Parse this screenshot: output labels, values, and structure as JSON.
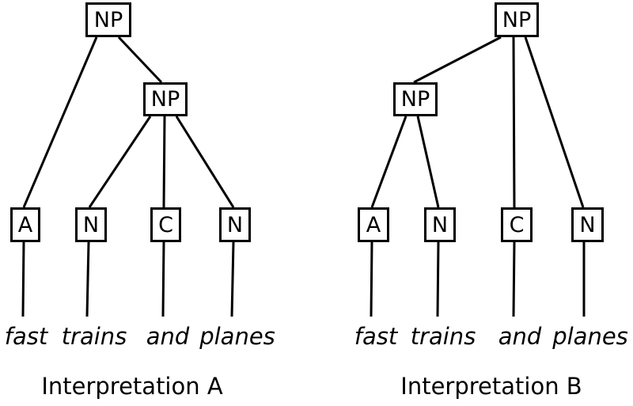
{
  "trees": [
    {
      "caption": "Interpretation A",
      "root": "NP",
      "inner": "NP",
      "leaves": [
        "A",
        "N",
        "C",
        "N"
      ],
      "words": [
        "fast",
        "trains",
        "and",
        "planes"
      ],
      "bracketing": "[NP [A fast] [NP [N trains] [C and] [N planes]]]"
    },
    {
      "caption": "Interpretation B",
      "root": "NP",
      "inner": "NP",
      "leaves": [
        "A",
        "N",
        "C",
        "N"
      ],
      "words": [
        "fast",
        "trains",
        "and",
        "planes"
      ],
      "bracketing": "[NP [NP [A fast] [N trains]] [C and] [N planes]]"
    }
  ],
  "colors": {
    "line": "#000000",
    "background": "#ffffff",
    "text": "#000000"
  }
}
